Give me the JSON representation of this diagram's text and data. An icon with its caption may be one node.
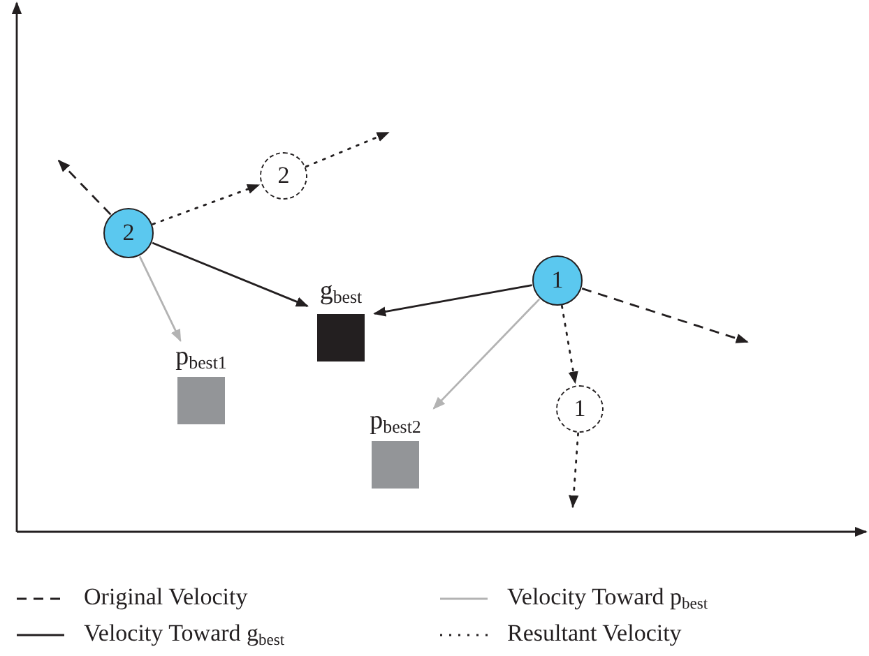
{
  "diagram": {
    "nodes": [
      {
        "text": [
          "2"
        ]
      },
      {
        "text": [
          "2"
        ]
      },
      {
        "text": [
          "1"
        ]
      },
      {
        "text": [
          "1"
        ]
      },
      {
        "text": [
          "g$_{best}$"
        ]
      },
      {
        "text": [
          "p$_{best1}$"
        ]
      },
      {
        "text": [
          "p$_{best2}$"
        ]
      }
    ],
    "edges": [
      {
        "from": 0,
        "to": null,
        "arrow": "to",
        "style": "dashed"
      },
      {
        "from": 0,
        "to": 1,
        "arrow": "to",
        "style": "dashed"
      },
      {
        "from": 1,
        "to": null,
        "arrow": "to",
        "style": "dashed"
      },
      {
        "from": 0,
        "to": 4,
        "arrow": "to"
      },
      {
        "from": 0,
        "to": 5,
        "arrow": "to",
        "color": "#b3b3b3"
      },
      {
        "from": 2,
        "to": 4,
        "arrow": "to"
      },
      {
        "from": 2,
        "to": 6,
        "arrow": "to",
        "color": "#b3b3b3"
      },
      {
        "from": 2,
        "to": null,
        "arrow": "to",
        "style": "dashed"
      },
      {
        "from": 2,
        "to": 3,
        "arrow": "to",
        "style": "dashed"
      },
      {
        "from": 3,
        "to": null,
        "arrow": "to",
        "style": "dashed"
      }
    ],
    "legend": [
      {
        "text": "Original Velocity"
      },
      {
        "text": "Velocity Toward p$_{best}$"
      },
      {
        "text": "Velocity Toward g$_{best}$"
      },
      {
        "text": "Resultant Velocity"
      }
    ]
  }
}
